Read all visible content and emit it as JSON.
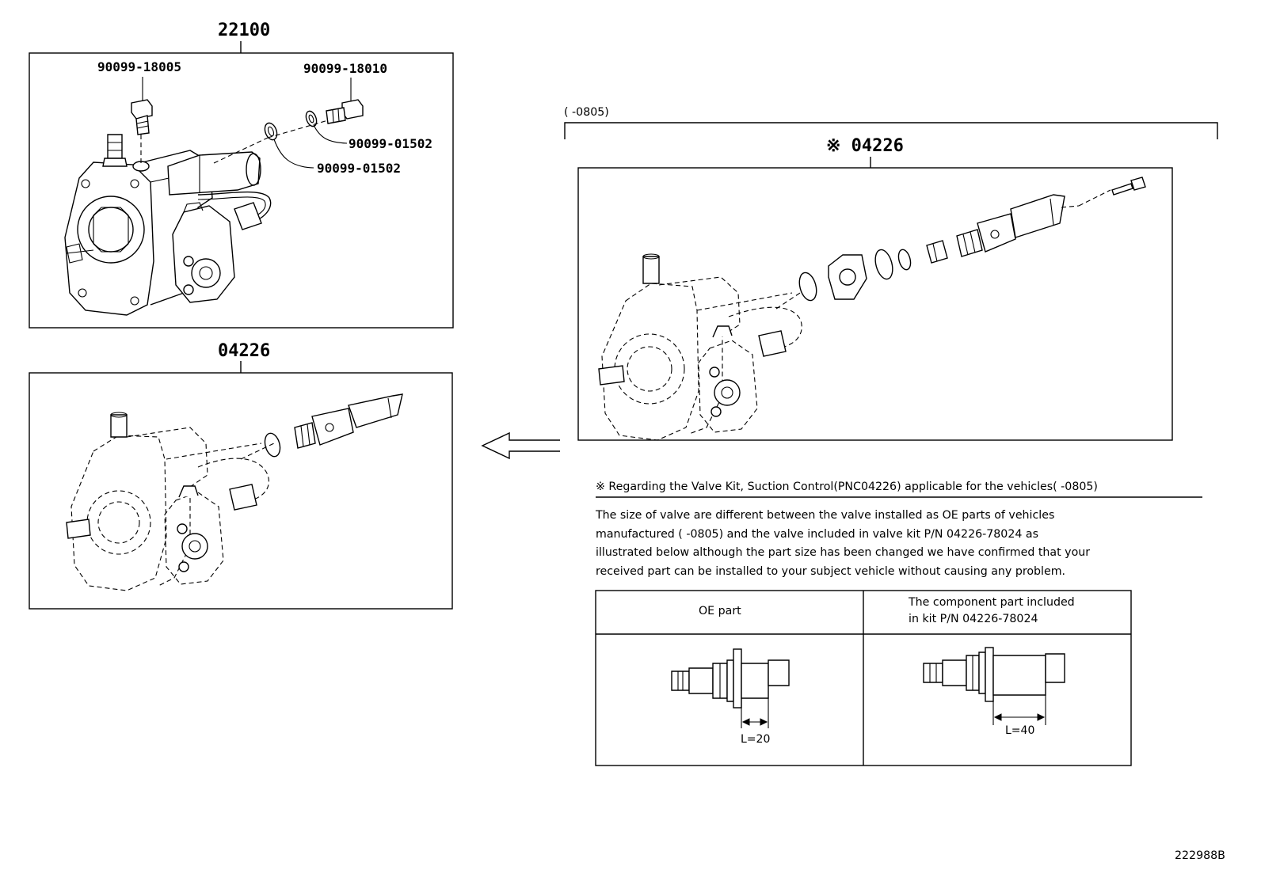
{
  "labels": {
    "assembly_main": "22100",
    "bolt_left": "90099-18005",
    "bolt_right": "90099-18010",
    "gasket_upper": "90099-01502",
    "gasket_lower": "90099-01502",
    "kit_lower": "04226",
    "kit_right": "※ 04226",
    "range_bracket": "(        -0805)",
    "figure_id": "222988B"
  },
  "note": {
    "title": "※ Regarding the Valve Kit, Suction Control(PNC04226) applicable for the vehicles(        -0805)",
    "lines": [
      "The size of valve are different between the valve installed as OE parts of vehicles",
      "manufactured (        -0805) and the valve included in valve kit P/N 04226-78024 as",
      "illustrated below although the part size has been changed we have confirmed that your",
      "received part can be installed to your subject vehicle without causing any problem."
    ]
  },
  "table": {
    "col1_header": "OE part",
    "col2_header_line1": "The component part included",
    "col2_header_line2": "in kit P/N 04226-78024",
    "dim_left": "L=20",
    "dim_right": "L=40"
  }
}
